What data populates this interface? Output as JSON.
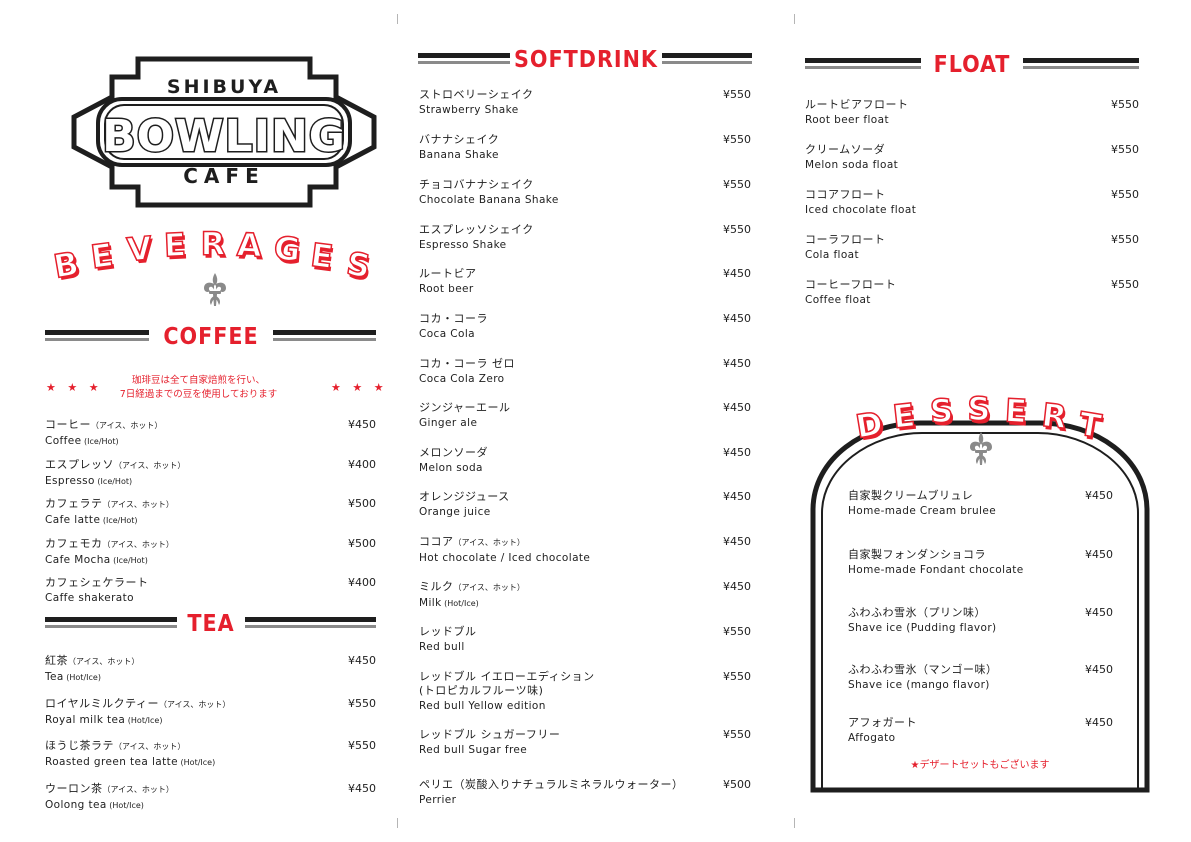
{
  "logo": {
    "top": "SHIBUYA",
    "main": "BOWLING",
    "bottom": "CAFE"
  },
  "beverages_title": "BEVERAGES",
  "coffee": {
    "title": "COFFEE",
    "stars_left": "★ ★ ★",
    "stars_right": "★ ★ ★",
    "note_line1": "珈琲豆は全て自家焙煎を行い、",
    "note_line2": "7日経過までの豆を使用しております",
    "items": [
      {
        "jp": "コーヒー",
        "jp_note": "（アイス、ホット）",
        "en": "Coffee",
        "en_note": "(Ice/Hot)",
        "price": "¥450"
      },
      {
        "jp": "エスプレッソ",
        "jp_note": "（アイス、ホット）",
        "en": "Espresso",
        "en_note": "(Ice/Hot)",
        "price": "¥400"
      },
      {
        "jp": "カフェラテ",
        "jp_note": "（アイス、ホット）",
        "en": "Cafe latte",
        "en_note": "(Ice/Hot)",
        "price": "¥500"
      },
      {
        "jp": "カフェモカ",
        "jp_note": "（アイス、ホット）",
        "en": "Cafe Mocha",
        "en_note": "(Ice/Hot)",
        "price": "¥500"
      },
      {
        "jp": "カフェシェケラート",
        "jp_note": "",
        "en": "Caffe shakerato",
        "en_note": "",
        "price": "¥400"
      }
    ]
  },
  "tea": {
    "title": "TEA",
    "items": [
      {
        "jp": "紅茶",
        "jp_note": "（アイス、ホット）",
        "en": "Tea",
        "en_note": "(Hot/Ice)",
        "price": "¥450"
      },
      {
        "jp": "ロイヤルミルクティー",
        "jp_note": "（アイス、ホット）",
        "en": "Royal milk tea",
        "en_note": "(Hot/Ice)",
        "price": "¥550"
      },
      {
        "jp": "ほうじ茶ラテ",
        "jp_note": "（アイス、ホット）",
        "en": "Roasted green tea latte",
        "en_note": "(Hot/Ice)",
        "price": "¥550"
      },
      {
        "jp": "ウーロン茶",
        "jp_note": "（アイス、ホット）",
        "en": "Oolong tea",
        "en_note": "(Hot/Ice)",
        "price": "¥450"
      }
    ]
  },
  "softdrink": {
    "title": "SOFTDRINK",
    "items": [
      {
        "jp": "ストロベリーシェイク",
        "jp_note": "",
        "en": "Strawberry Shake",
        "en_note": "",
        "price": "¥550"
      },
      {
        "jp": "バナナシェイク",
        "jp_note": "",
        "en": "Banana Shake",
        "en_note": "",
        "price": "¥550"
      },
      {
        "jp": "チョコバナナシェイク",
        "jp_note": "",
        "en": "Chocolate Banana Shake",
        "en_note": "",
        "price": "¥550"
      },
      {
        "jp": "エスプレッソシェイク",
        "jp_note": "",
        "en": "Espresso Shake",
        "en_note": "",
        "price": "¥550"
      },
      {
        "jp": "ルートビア",
        "jp_note": "",
        "en": "Root beer",
        "en_note": "",
        "price": "¥450"
      },
      {
        "jp": "コカ・コーラ",
        "jp_note": "",
        "en": "Coca Cola",
        "en_note": "",
        "price": "¥450"
      },
      {
        "jp": "コカ・コーラ ゼロ",
        "jp_note": "",
        "en": "Coca Cola Zero",
        "en_note": "",
        "price": "¥450"
      },
      {
        "jp": "ジンジャーエール",
        "jp_note": "",
        "en": "Ginger ale",
        "en_note": "",
        "price": "¥450"
      },
      {
        "jp": "メロンソーダ",
        "jp_note": "",
        "en": "Melon soda",
        "en_note": "",
        "price": "¥450"
      },
      {
        "jp": "オレンジジュース",
        "jp_note": "",
        "en": "Orange juice",
        "en_note": "",
        "price": "¥450"
      },
      {
        "jp": "ココア",
        "jp_note": "（アイス、ホット）",
        "en": "Hot chocolate / Iced chocolate",
        "en_note": "",
        "price": "¥450"
      },
      {
        "jp": "ミルク",
        "jp_note": "（アイス、ホット）",
        "en": "Milk",
        "en_note": "(Hot/Ice)",
        "price": "¥450"
      },
      {
        "jp": "レッドブル",
        "jp_note": "",
        "en": "Red bull",
        "en_note": "",
        "price": "¥550"
      },
      {
        "jp": "レッドブル イエローエディション",
        "jp2": "(トロピカルフルーツ味)",
        "jp_note": "",
        "en": "Red bull Yellow edition",
        "en_note": "",
        "price": "¥550"
      },
      {
        "jp": "レッドブル シュガーフリー",
        "jp_note": "",
        "en": "Red bull Sugar free",
        "en_note": "",
        "price": "¥550"
      },
      {
        "jp": "ペリエ（炭酸入りナチュラルミネラルウォーター）",
        "jp_note": "",
        "en": "Perrier",
        "en_note": "",
        "price": "¥500"
      }
    ]
  },
  "float": {
    "title": "FLOAT",
    "items": [
      {
        "jp": "ルートビアフロート",
        "jp_note": "",
        "en": "Root beer float",
        "en_note": "",
        "price": "¥550"
      },
      {
        "jp": "クリームソーダ",
        "jp_note": "",
        "en": "Melon soda float",
        "en_note": "",
        "price": "¥550"
      },
      {
        "jp": "ココアフロート",
        "jp_note": "",
        "en": "Iced chocolate float",
        "en_note": "",
        "price": "¥550"
      },
      {
        "jp": "コーラフロート",
        "jp_note": "",
        "en": "Cola float",
        "en_note": "",
        "price": "¥550"
      },
      {
        "jp": "コーヒーフロート",
        "jp_note": "",
        "en": "Coffee float",
        "en_note": "",
        "price": "¥550"
      }
    ]
  },
  "dessert": {
    "title": "DESSERT",
    "note": "★デザートセットもございます",
    "items": [
      {
        "jp": "自家製クリームブリュレ",
        "jp_note": "",
        "en": "Home-made Cream brulee",
        "en_note": "",
        "price": "¥450"
      },
      {
        "jp": "自家製フォンダンショコラ",
        "jp_note": "",
        "en": "Home-made Fondant chocolate",
        "en_note": "",
        "price": "¥450"
      },
      {
        "jp": "ふわふわ雪氷（プリン味）",
        "jp_note": "",
        "en": "Shave ice (Pudding flavor)",
        "en_note": "",
        "price": "¥450"
      },
      {
        "jp": "ふわふわ雪氷（マンゴー味）",
        "jp_note": "",
        "en": "Shave ice (mango flavor)",
        "en_note": "",
        "price": "¥450"
      },
      {
        "jp": "アフォガート",
        "jp_note": "",
        "en": "Affogato",
        "en_note": "",
        "price": "¥450"
      }
    ]
  },
  "colors": {
    "accent_red": "#e5202d",
    "ink": "#1e1e1e",
    "gray": "#8a8a8a"
  }
}
